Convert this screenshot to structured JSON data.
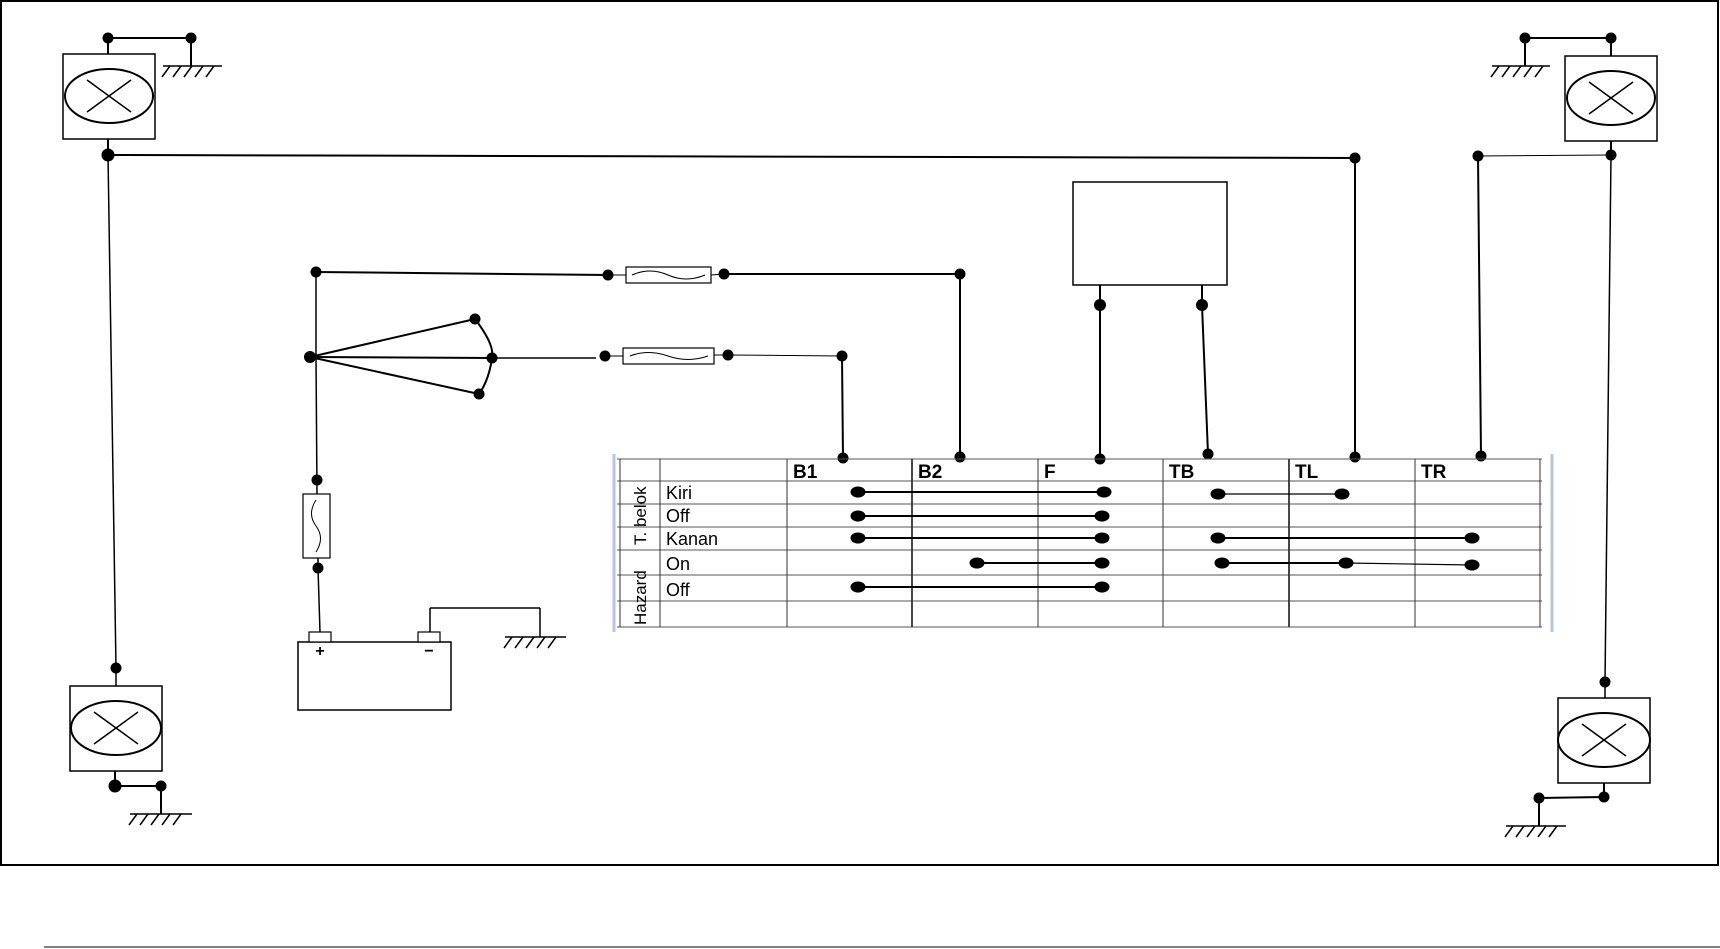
{
  "colors": {
    "line": "#000000",
    "background": "#ffffff",
    "grid": "#555555",
    "table_edge": "#b8c4e0"
  },
  "table": {
    "columns": [
      "B1",
      "B2",
      "F",
      "TB",
      "TL",
      "TR"
    ],
    "groups": [
      {
        "label": "T. belok",
        "rows": [
          "Kiri",
          "Off",
          "Kanan"
        ]
      },
      {
        "label": "Hazard",
        "rows": [
          "On",
          "Off"
        ]
      }
    ]
  },
  "battery": {
    "positive": "+",
    "negative": "−"
  },
  "icons": {
    "lamp": "lamp-x-circle-icon",
    "ground": "ground-hatch-icon",
    "fuse": "fuse-icon",
    "junction": "junction-dot-icon"
  }
}
